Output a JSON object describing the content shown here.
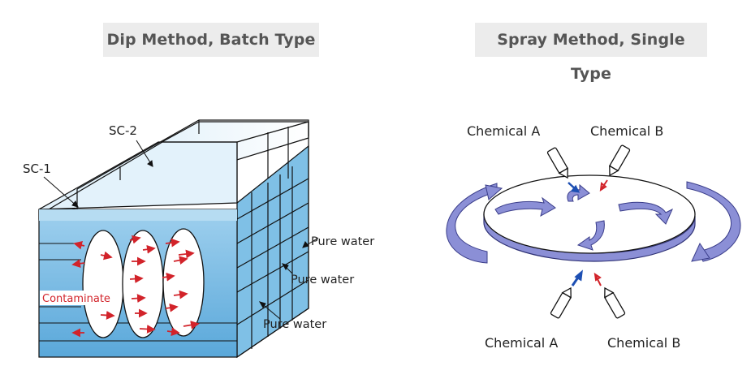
{
  "left_panel": {
    "title": "Dip Method, Batch Type",
    "labels": {
      "sc1": "SC-1",
      "sc2": "SC-2",
      "contaminate": "Contaminate",
      "pure_water_1": "Pure water",
      "pure_water_2": "Pure water",
      "pure_water_3": "Pure water"
    }
  },
  "right_panel": {
    "title": "Spray Method, Single Type",
    "labels": {
      "chem_a_top": "Chemical A",
      "chem_b_top": "Chemical B",
      "chem_a_bottom": "Chemical A",
      "chem_b_bottom": "Chemical B"
    }
  },
  "colors": {
    "water": "#6fb5e0",
    "water_light": "#d6ecf8",
    "arrow_red": "#d2232a",
    "disk_purple": "#8b8fd6",
    "arrow_blue": "#1d4fb3",
    "title_bg": "#ececec"
  }
}
